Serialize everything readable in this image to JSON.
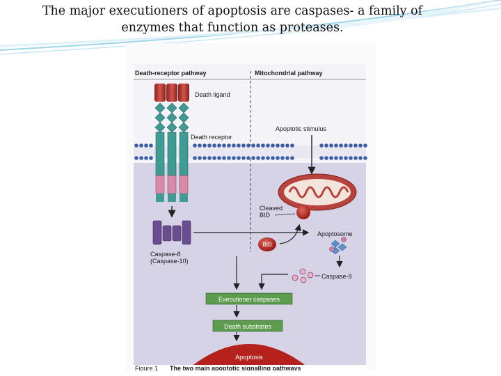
{
  "slide": {
    "title_line1": "The major executioners of apoptosis are caspases- a family of",
    "title_line2": "enzymes that function as proteases."
  },
  "figure": {
    "header_left": "Death-receptor pathway",
    "header_right": "Mitochondrial pathway",
    "labels": {
      "death_ligand": "Death ligand",
      "death_receptor": "Death receptor",
      "apoptotic_stimulus": "Apoptotic stimulus",
      "cleaved_bid_1": "Cleaved",
      "cleaved_bid_2": "BID",
      "bid": "BID",
      "apoptosome": "Apoptosome",
      "caspase8_1": "Caspase-8",
      "caspase8_2": "(Caspase-10)",
      "caspase9": "Caspase-9",
      "executioner": "Executioner caspases",
      "death_substrates": "Death substrates",
      "apoptosis": "Apoptosis"
    },
    "caption_prefix": "Figure 1",
    "caption_text": "The two main apoptotic signalling pathways"
  },
  "colors": {
    "cytoplasm": "#d6d3e6",
    "membrane_head": "#3a5fa8",
    "receptor_teal": "#3f9b94",
    "receptor_pink": "#d88aa8",
    "ligand_red": "#b3322e",
    "caspase_purple": "#6a4c8f",
    "mitochondrion": "#b8423c",
    "green_box": "#5d9b4f",
    "apoptosis_red": "#b5221c",
    "text_dark": "#1a1a1a"
  }
}
